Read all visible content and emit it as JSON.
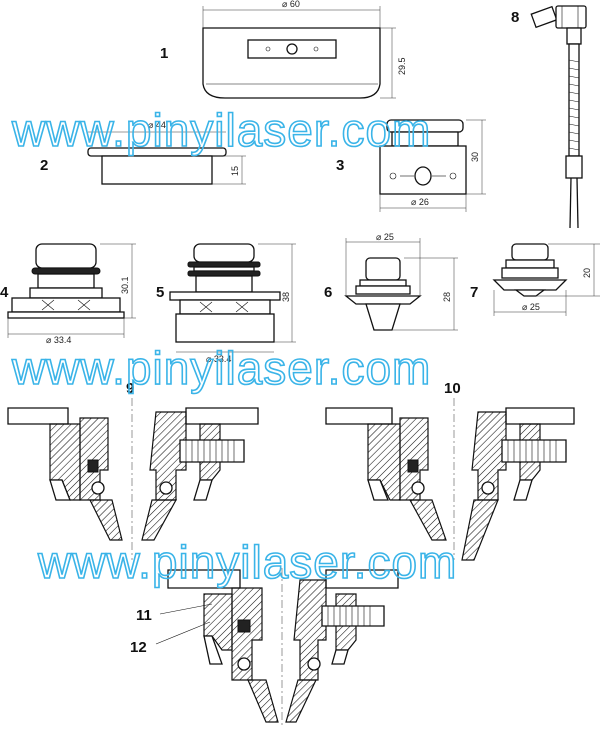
{
  "watermark": "www.pinyilaser.com",
  "watermark_color": "#3ab4e8",
  "parts": [
    {
      "number": "1",
      "dims": [
        "⌀ 60",
        "29.5"
      ]
    },
    {
      "number": "2",
      "dims": [
        "⌀ 44",
        "15"
      ]
    },
    {
      "number": "3",
      "dims": [
        "30",
        "⌀ 26"
      ]
    },
    {
      "number": "4",
      "dims": [
        "30.1",
        "⌀ 33.4"
      ]
    },
    {
      "number": "5",
      "dims": [
        "38",
        "⌀ 33.4"
      ]
    },
    {
      "number": "6",
      "dims": [
        "⌀ 25",
        "28"
      ]
    },
    {
      "number": "7",
      "dims": [
        "20",
        "⌀ 25"
      ]
    },
    {
      "number": "8",
      "dims": []
    },
    {
      "number": "9",
      "dims": []
    },
    {
      "number": "10",
      "dims": []
    },
    {
      "number": "11",
      "dims": []
    },
    {
      "number": "12",
      "dims": []
    }
  ]
}
